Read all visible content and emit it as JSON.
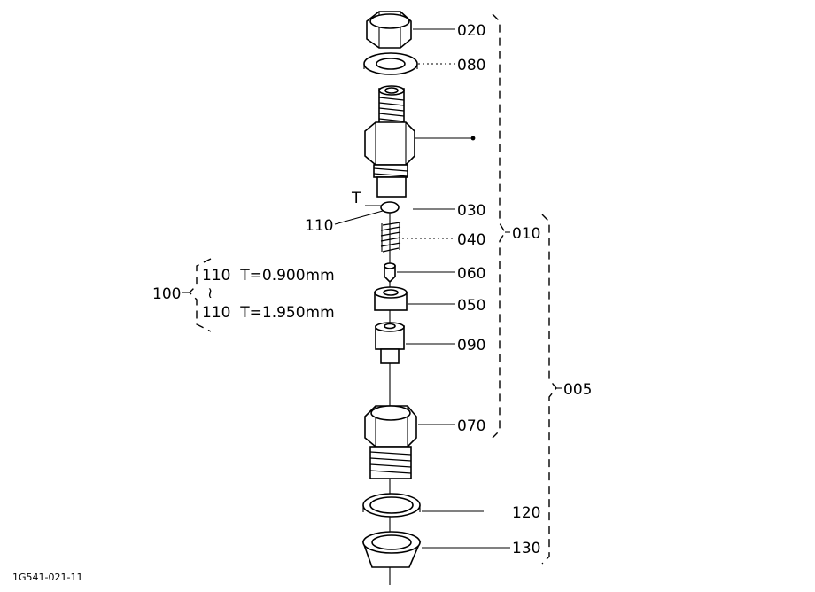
{
  "parts": {
    "p020": "020",
    "p080": "080",
    "p030": "030",
    "p040": "040",
    "p060": "060",
    "p050": "050",
    "p090": "090",
    "p070": "070",
    "p120": "120",
    "p130": "130",
    "p110": "110"
  },
  "groups": {
    "g010": "010",
    "g005": "005",
    "g100": "100"
  },
  "shim_note": {
    "t_marker": "T",
    "row1": "110  T=0.900mm",
    "tilde": "≀",
    "row2": "110  T=1.950mm"
  },
  "drawing_code": "1G541-021-11",
  "colors": {
    "ink": "#000000",
    "paper": "#ffffff"
  }
}
